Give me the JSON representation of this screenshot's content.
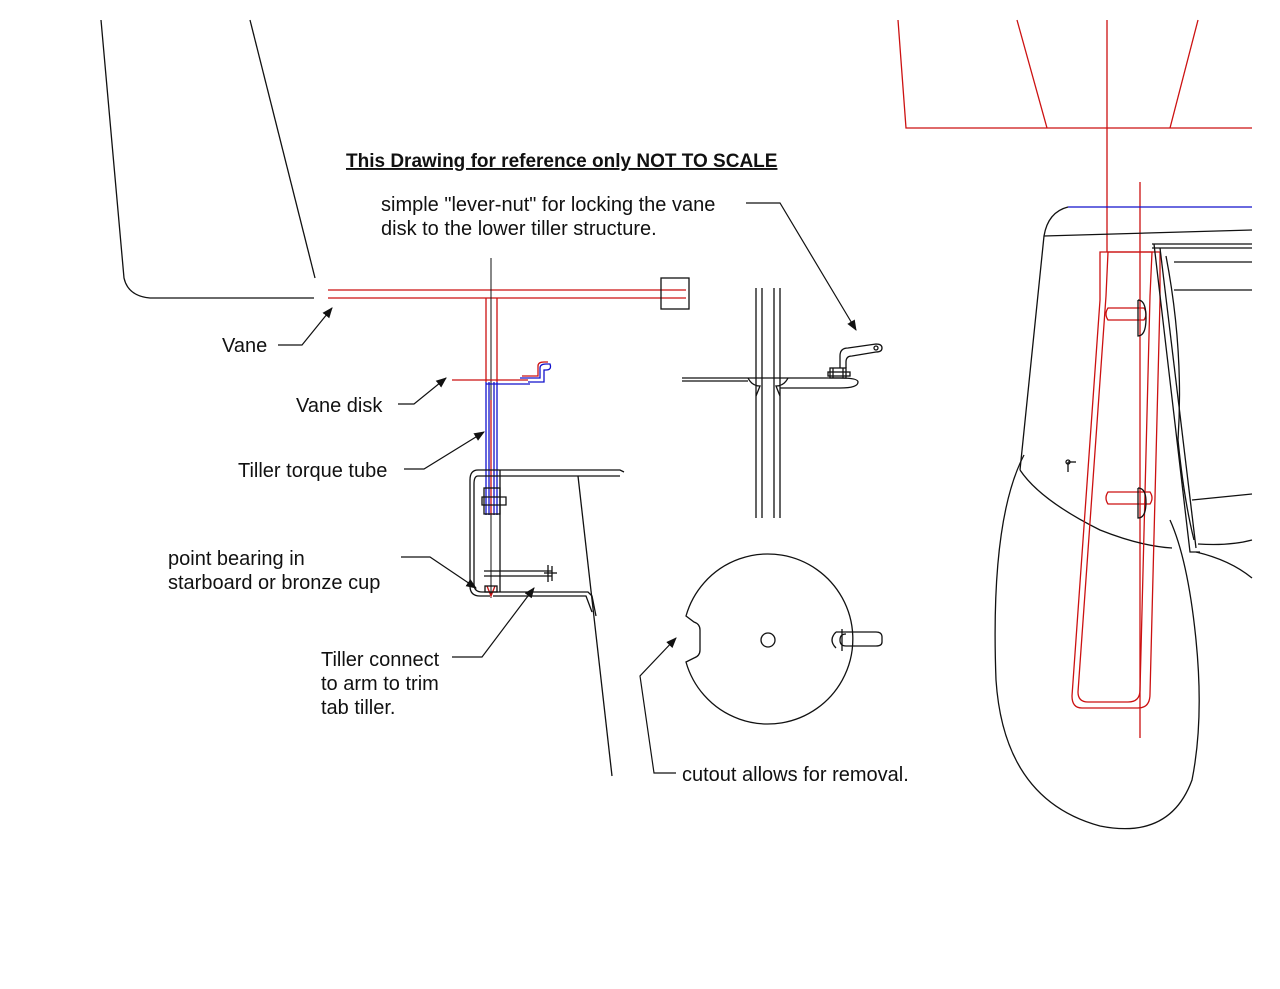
{
  "title": "This Drawing for reference only NOT TO SCALE",
  "labels": {
    "lever_nut_line1": "simple \"lever-nut\" for locking the vane",
    "lever_nut_line2": "disk to the lower tiller structure.",
    "vane": "Vane",
    "vane_disk": "Vane disk",
    "tiller_torque_tube": "Tiller torque tube",
    "point_bearing_line1": "point bearing in",
    "point_bearing_line2": "starboard or bronze cup",
    "tiller_connect_line1": "Tiller connect",
    "tiller_connect_line2": "to arm to trim",
    "tiller_connect_line3": "tab tiller.",
    "cutout": "cutout allows for removal."
  },
  "colors": {
    "outline": "#111111",
    "section_red": "#cc1111",
    "section_blue": "#1111cc"
  }
}
